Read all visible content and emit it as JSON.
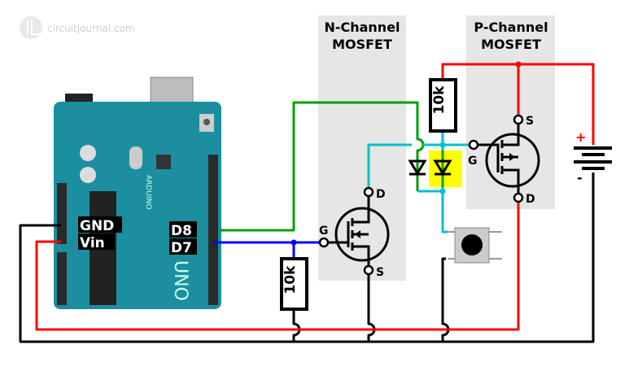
{
  "logo": {
    "text": "circuitjournal.com"
  },
  "arduino": {
    "pin_labels": {
      "gnd": "GND",
      "vin": "Vin",
      "d8": "D8",
      "d7": "D7"
    },
    "board_text": "ARDUINO",
    "board_model": "UNO"
  },
  "nmos": {
    "title_line1": "N-Channel",
    "title_line2": "MOSFET",
    "gate": "G",
    "drain": "D",
    "source": "S"
  },
  "pmos": {
    "title_line1": "P-Channel",
    "title_line2": "MOSFET",
    "gate": "G",
    "drain": "D",
    "source": "S"
  },
  "resistors": {
    "pullup": "10k",
    "pulldown": "10k"
  },
  "battery": {
    "plus": "+",
    "minus": "-"
  },
  "colors": {
    "wire_power": "#ff0000",
    "wire_ground": "#000000",
    "wire_d8": "#00a000",
    "wire_d7": "#0000ff",
    "wire_gate": "#00c0c8",
    "highlight": "#ffff00",
    "panel": "#e6e6e6",
    "board": "#1b8fa0"
  }
}
